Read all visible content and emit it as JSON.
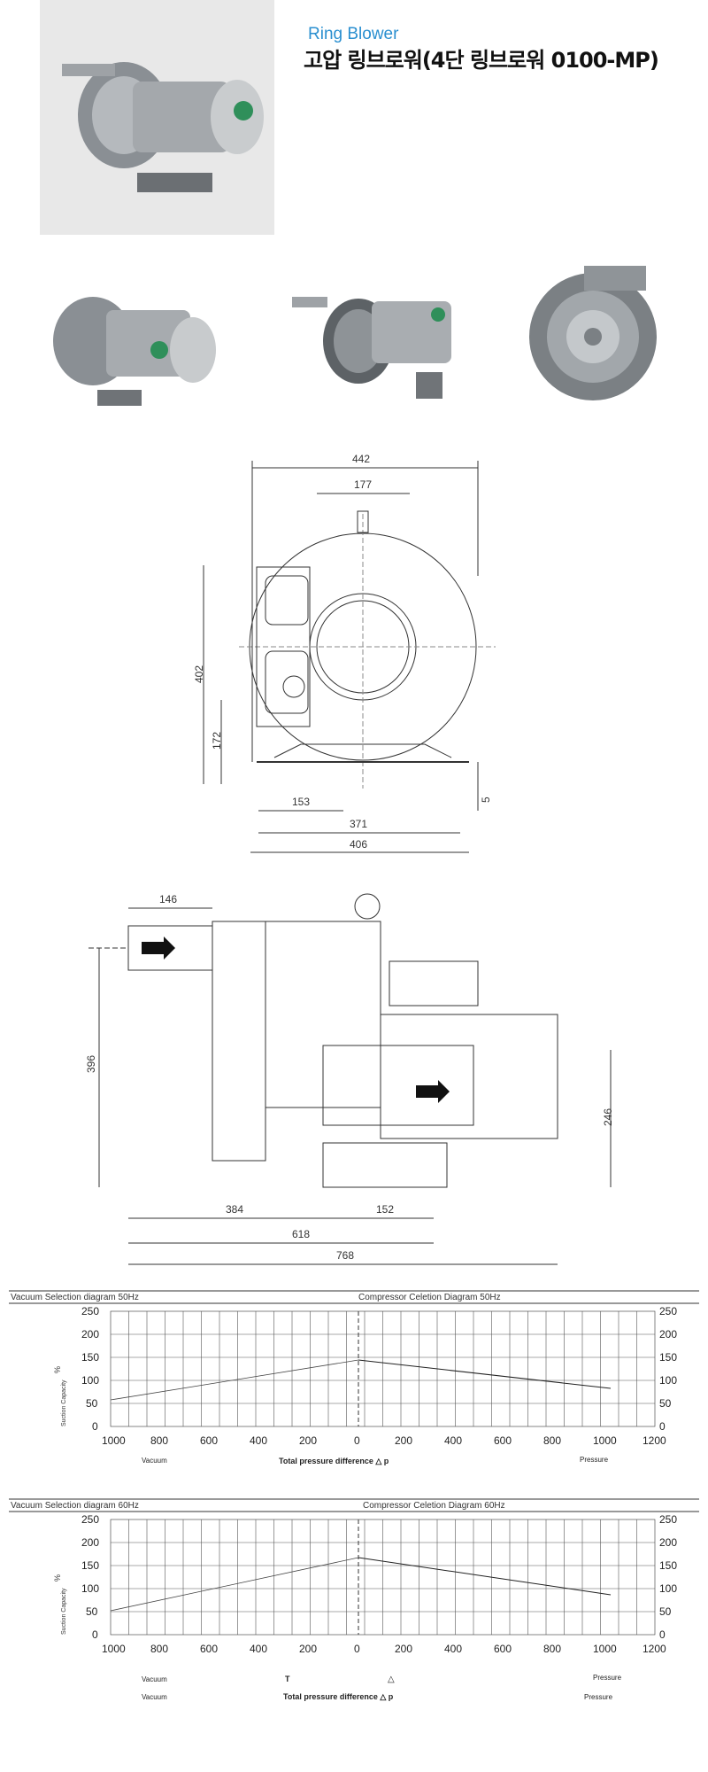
{
  "header": {
    "title_en": "Ring Blower",
    "title_ko": "고압 링브로워(4단 링브로워 0100-MP)"
  },
  "front_view": {
    "dims": [
      "442",
      "177",
      "402",
      "172",
      "153",
      "371",
      "406",
      "5"
    ]
  },
  "side_view": {
    "dims": [
      "146",
      "396",
      "246",
      "384",
      "152",
      "618",
      "768"
    ]
  },
  "diagrams": [
    {
      "left_title": "Vacuum Selection diagram 50Hz",
      "right_title": "Compressor Celetion Diagram 50Hz",
      "y_ticks": [
        "250",
        "200",
        "150",
        "100",
        "50",
        "0"
      ],
      "x_ticks_left": [
        "1000",
        "800",
        "600",
        "400",
        "200",
        "0"
      ],
      "x_ticks_right": [
        "200",
        "400",
        "600",
        "800",
        "1000",
        "1200"
      ],
      "y_axis_label": "Suction Capacity",
      "unit_label": "%",
      "bottom_left_label": "Vacuum",
      "bottom_center_label": "Total pressure difference △ p",
      "bottom_right_label": "Pressure"
    },
    {
      "left_title": "Vacuum Selection diagram 60Hz",
      "right_title": "Compressor Celetion Diagram 60Hz",
      "y_ticks": [
        "250",
        "200",
        "150",
        "100",
        "50",
        "0"
      ],
      "x_ticks_left": [
        "1000",
        "800",
        "600",
        "400",
        "200",
        "0"
      ],
      "x_ticks_right": [
        "200",
        "400",
        "600",
        "800",
        "1000",
        "1200"
      ],
      "y_axis_label": "Suction Capacity",
      "unit_label": "%",
      "bottom_left_label": "Vacuum",
      "bottom_left_label_2": "Vacuum",
      "bottom_center_label": "Total pressure difference △ p",
      "bottom_center_marker": "T",
      "bottom_center_marker_2": "△",
      "bottom_right_label": "Pressure",
      "bottom_right_label_2": "Pressure"
    }
  ]
}
